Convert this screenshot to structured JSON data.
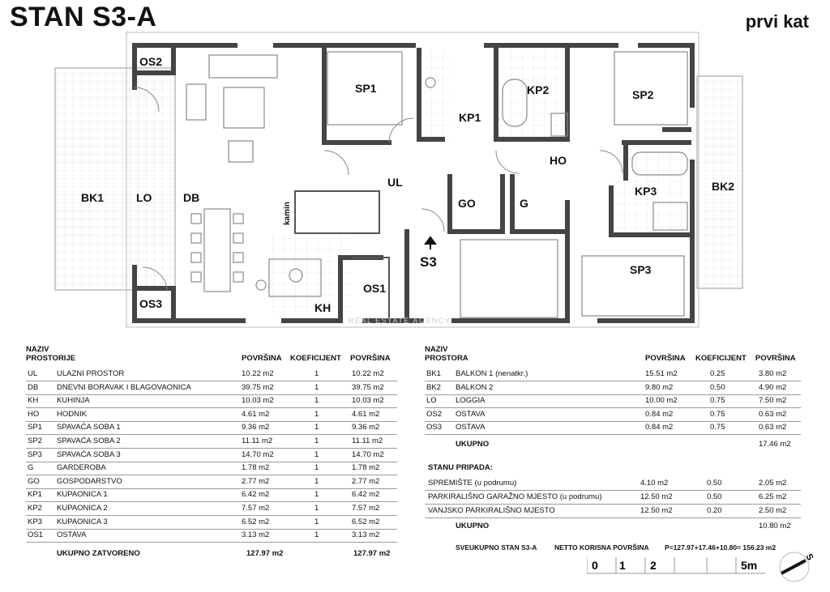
{
  "header": {
    "title": "STAN S3-A",
    "floor": "prvi kat"
  },
  "plan_labels": {
    "OS2": "OS2",
    "SP1": "SP1",
    "KP1": "KP1",
    "KP2": "KP2",
    "SP2": "SP2",
    "HO": "HO",
    "BK1": "BK1",
    "LO": "LO",
    "DB": "DB",
    "UL": "UL",
    "kamin": "kamin",
    "GO": "GO",
    "G": "G",
    "KP3": "KP3",
    "BK2": "BK2",
    "S3": "S3",
    "OS1": "OS1",
    "SP3": "SP3",
    "OS3": "OS3",
    "KH": "KH"
  },
  "left_table": {
    "h_naziv": "NAZIV",
    "h_prostorije": "PROSTORIJE",
    "h_povrsina1": "POVRŠINA",
    "h_koef": "KOEFICIJENT",
    "h_povrsina2": "POVRŠINA",
    "rows": [
      {
        "code": "UL",
        "name": "ULAZNI PROSTOR",
        "area": "10.22 m2",
        "koef": "1",
        "total": "10.22 m2"
      },
      {
        "code": "DB",
        "name": "DNEVNI BORAVAK I BLAGOVAONICA",
        "area": "39.75 m2",
        "koef": "1",
        "total": "39.75 m2"
      },
      {
        "code": "KH",
        "name": "KUHINJA",
        "area": "10.03 m2",
        "koef": "1",
        "total": "10.03 m2"
      },
      {
        "code": "HO",
        "name": "HODNIK",
        "area": "4.61 m2",
        "koef": "1",
        "total": "4.61 m2"
      },
      {
        "code": "SP1",
        "name": "SPAVAĆA SOBA 1",
        "area": "9.36 m2",
        "koef": "1",
        "total": "9.36 m2"
      },
      {
        "code": "SP2",
        "name": "SPAVAĆA SOBA 2",
        "area": "11.11 m2",
        "koef": "1",
        "total": "11.11 m2"
      },
      {
        "code": "SP3",
        "name": "SPAVAĆA SOBA 3",
        "area": "14.70 m2",
        "koef": "1",
        "total": "14.70 m2"
      },
      {
        "code": "G",
        "name": "GARDEROBA",
        "area": "1.78 m2",
        "koef": "1",
        "total": "1.78 m2"
      },
      {
        "code": "GO",
        "name": "GOSPODARSTVO",
        "area": "2.77 m2",
        "koef": "1",
        "total": "2.77 m2"
      },
      {
        "code": "KP1",
        "name": "KUPAONICA 1",
        "area": "6.42 m2",
        "koef": "1",
        "total": "6.42 m2"
      },
      {
        "code": "KP2",
        "name": "KUPAONICA 2",
        "area": "7.57 m2",
        "koef": "1",
        "total": "7.57 m2"
      },
      {
        "code": "KP3",
        "name": "KUPAONICA 3",
        "area": "6.52 m2",
        "koef": "1",
        "total": "6.52 m2"
      },
      {
        "code": "OS1",
        "name": "OSTAVA",
        "area": "3.13 m2",
        "koef": "1",
        "total": "3.13 m2"
      }
    ],
    "total_label": "UKUPNO ZATVORENO",
    "total_area": "127.97 m2",
    "total_total": "127.97 m2"
  },
  "right_table": {
    "h_naziv": "NAZIV",
    "h_prostora": "PROSTORA",
    "h_povrsina1": "POVRŠINA",
    "h_koef": "KOEFICIJENT",
    "h_povrsina2": "POVRŠINA",
    "rows": [
      {
        "code": "BK1",
        "name": "BALKON 1 (nenatkr.)",
        "area": "15.51 m2",
        "koef": "0.25",
        "total": "3.80 m2"
      },
      {
        "code": "BK2",
        "name": "BALKON 2",
        "area": "9.80 m2",
        "koef": "0.50",
        "total": "4.90 m2"
      },
      {
        "code": "LO",
        "name": "LOGGIA",
        "area": "10.00 m2",
        "koef": "0.75",
        "total": "7.50 m2"
      },
      {
        "code": "OS2",
        "name": "OSTAVA",
        "area": "0.84 m2",
        "koef": "0.75",
        "total": "0.63 m2"
      },
      {
        "code": "OS3",
        "name": "OSTAVA",
        "area": "0.84 m2",
        "koef": "0.75",
        "total": "0.63 m2"
      }
    ],
    "ukupno_label": "UKUPNO",
    "ukupno_total": "17.46 m2",
    "pripada_label": "STANU PRIPADA:",
    "pripada_rows": [
      {
        "name": "SPREMIŠTE (u podrumu)",
        "area": "4.10 m2",
        "koef": "0.50",
        "total": "2.05 m2"
      },
      {
        "name": "PARKIRALIŠNO GARAŽNO MJESTO (u podrumu)",
        "area": "12.50 m2",
        "koef": "0.50",
        "total": "6.25 m2"
      },
      {
        "name": "VANJSKO PARKIRALIŠNO MJESTO",
        "area": "12.50 m2",
        "koef": "0.20",
        "total": "2.50 m2"
      }
    ],
    "ukupno2_label": "UKUPNO",
    "ukupno2_total": "10.80 m2"
  },
  "summary": {
    "label": "SVEUKUPNO STAN S3-A",
    "netto": "NETTO KORISNA POVRŠINA",
    "formula": "P=127.97+17.46+10.80= 156.23 m2"
  },
  "scale": {
    "t0": "0",
    "t1": "1",
    "t2": "2",
    "t5": "5m"
  },
  "north": {
    "label": "S"
  },
  "watermark": "REAL ESTATE AGENCY"
}
